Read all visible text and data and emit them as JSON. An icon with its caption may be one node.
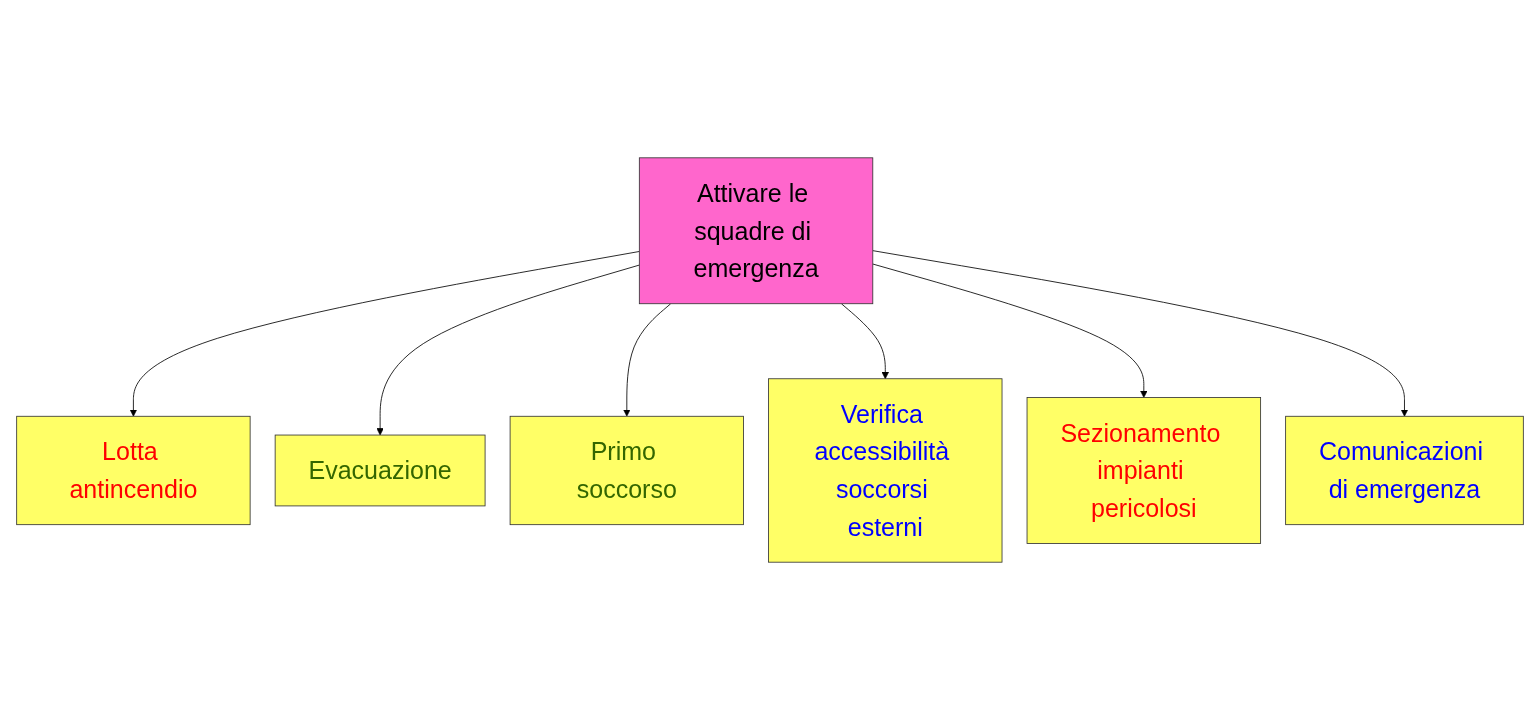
{
  "diagram": {
    "nodes": [
      {
        "text": [
          "Attivare le squadre di emergenza"
        ]
      },
      {
        "text": [
          "Lotta antincendio"
        ]
      },
      {
        "text": [
          "Evacuazione"
        ]
      },
      {
        "text": [
          "Primo soccorso"
        ]
      },
      {
        "text": [
          "Verifica accessibilità soccorsi esterni"
        ]
      },
      {
        "text": [
          "Sezionamento impianti pericolosi"
        ]
      },
      {
        "text": [
          "Comunicazioni di emergenza"
        ]
      }
    ],
    "edges": [
      {
        "from": 0,
        "to": 1,
        "arrow": "to"
      },
      {
        "from": 0,
        "to": 2,
        "arrow": "to"
      },
      {
        "from": 0,
        "to": 3,
        "arrow": "to"
      },
      {
        "from": 0,
        "to": 4,
        "arrow": "to"
      },
      {
        "from": 0,
        "to": 5,
        "arrow": "to"
      },
      {
        "from": 0,
        "to": 6,
        "arrow": "to"
      }
    ]
  }
}
